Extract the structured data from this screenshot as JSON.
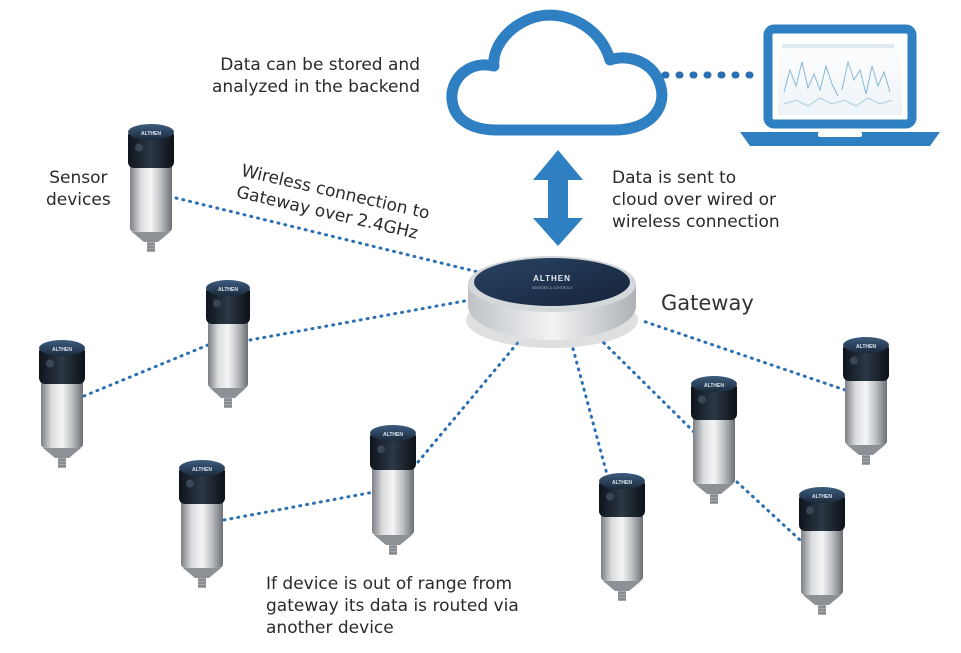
{
  "labels": {
    "backend": "Data can be stored and\nanalyzed in the backend",
    "sensor_devices": "Sensor\ndevices",
    "wireless": "Wireless connection to\nGateway over 2.4GHz",
    "cloud_send": "Data is sent to\ncloud over wired or\nwireless connection",
    "gateway": "Gateway",
    "routing": "If device is out of range from\ngateway its data is routed via\nanother device"
  },
  "brand": {
    "gateway_logo": "ALTHEN",
    "gateway_sub": "SENSORS & CONTROLS",
    "sensor_logo": "ALTHEN"
  },
  "colors": {
    "accent_blue": "#2f7fc3",
    "link_dots": "#2b6fb3",
    "cap_dark": "#1d2a3a",
    "gateway_top": "#1f3550"
  },
  "icons": [
    "cloud-icon",
    "laptop-icon",
    "double-arrow-icon",
    "gateway-device",
    "sensor-device"
  ]
}
